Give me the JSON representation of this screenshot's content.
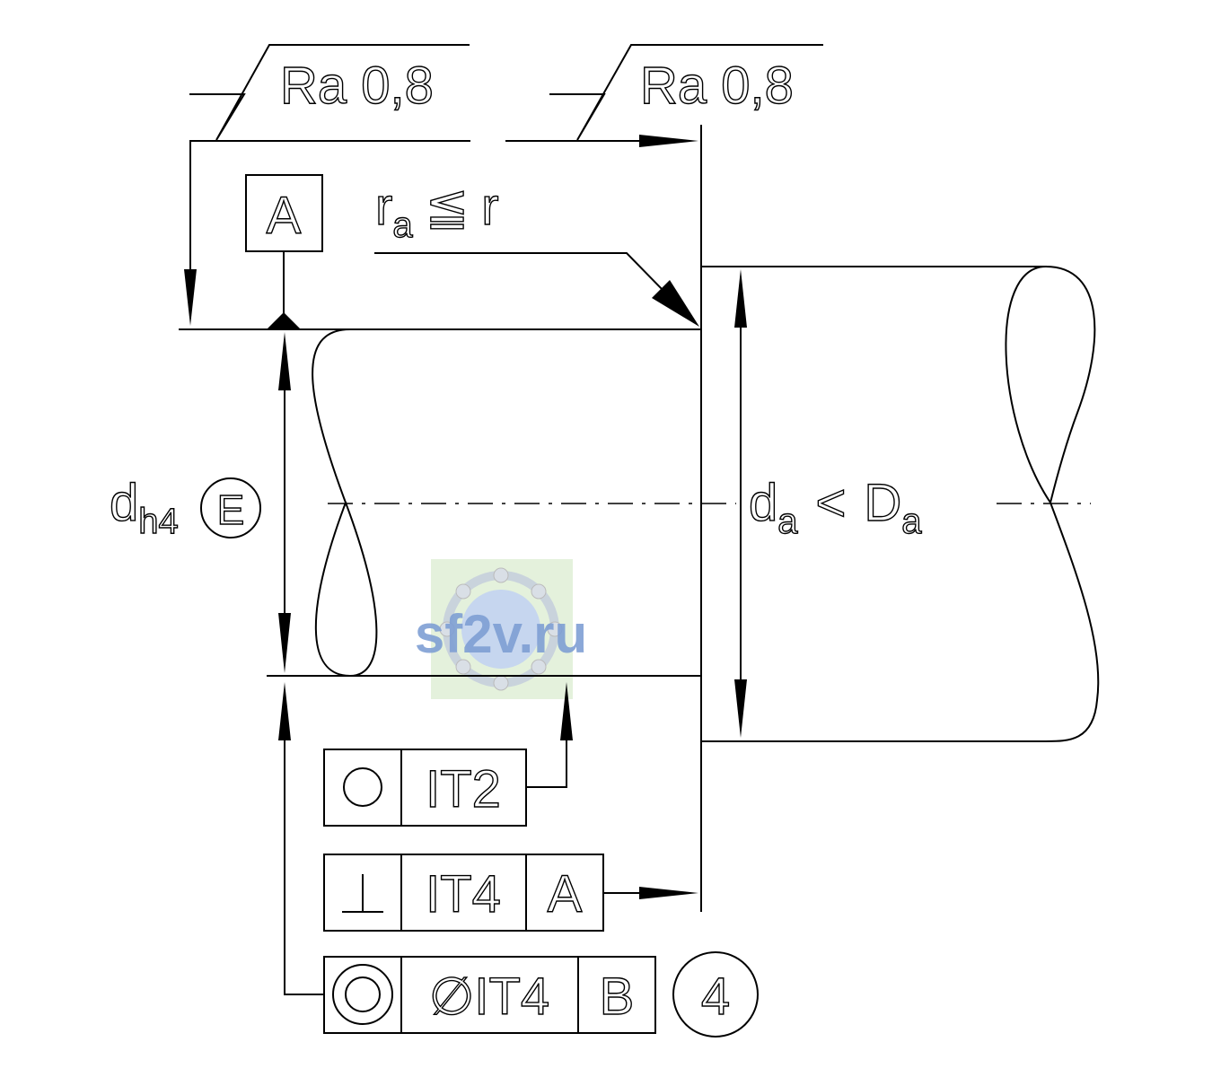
{
  "surface_finish": {
    "left_label": "Ra 0,8",
    "right_label": "Ra 0,8"
  },
  "datum_a": {
    "label": "A"
  },
  "fillet": {
    "r": "r",
    "sub": "a",
    "op": "≦",
    "rhs": "r"
  },
  "dimension_dh": {
    "main": "d",
    "sub": "h4",
    "envelope": "E"
  },
  "dimension_da": {
    "d": "d",
    "d_sub": "a",
    "op": "<",
    "D": "D",
    "D_sub": "a"
  },
  "frames": {
    "roundness": {
      "symbol": "circle-icon",
      "tolerance": "IT2"
    },
    "perpendicularity": {
      "symbol": "perpendicular-icon",
      "tolerance": "IT4",
      "datum": "A"
    },
    "concentricity": {
      "symbol": "concentric-icon",
      "tolerance": "∅IT4",
      "datum": "B",
      "note": "4"
    }
  },
  "watermark": {
    "text": "sf2v.ru",
    "colors": {
      "box": "#e4f1dc",
      "text": "#7f9fd4"
    }
  }
}
